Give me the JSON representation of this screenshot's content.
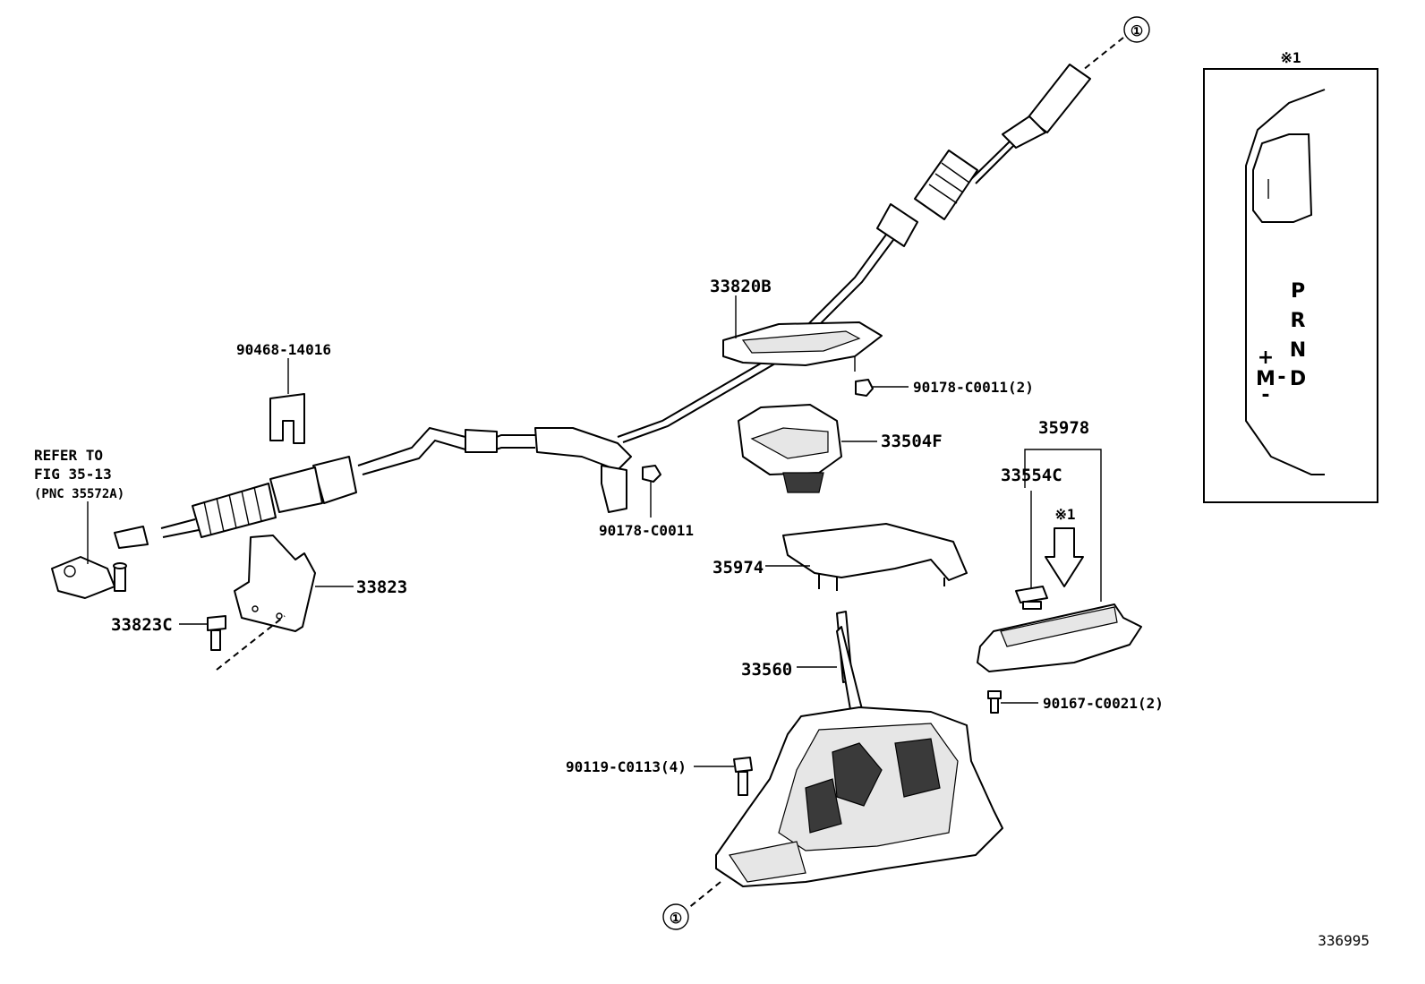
{
  "diagram": {
    "callouts": {
      "p33820b": "33820B",
      "p90468_14016": "90468-14016",
      "p90178_c0011_2": "90178-C0011(2)",
      "p33504f": "33504F",
      "p35978": "35978",
      "p33554c": "33554C",
      "p90178_c0011": "90178-C0011",
      "p35974": "35974",
      "p33823": "33823",
      "p33823c": "33823C",
      "p33560": "33560",
      "p90167_c0021_2": "90167-C0021(2)",
      "p90119_c0113_4": "90119-C0113(4)"
    },
    "refer_note": {
      "line1": "REFER TO",
      "line2": "FIG 35-13",
      "line3": "(PNC 35572A)"
    },
    "connector_marks": {
      "top": "①",
      "bottom": "①"
    },
    "variant_mark": "※1",
    "inset": {
      "mark": "※1",
      "gate_letters": [
        "P",
        "R",
        "N",
        "D"
      ],
      "manual_plus": "+",
      "manual_m": "M",
      "manual_minus": "-",
      "manual_dash": "-"
    },
    "figure_number": "336995"
  }
}
